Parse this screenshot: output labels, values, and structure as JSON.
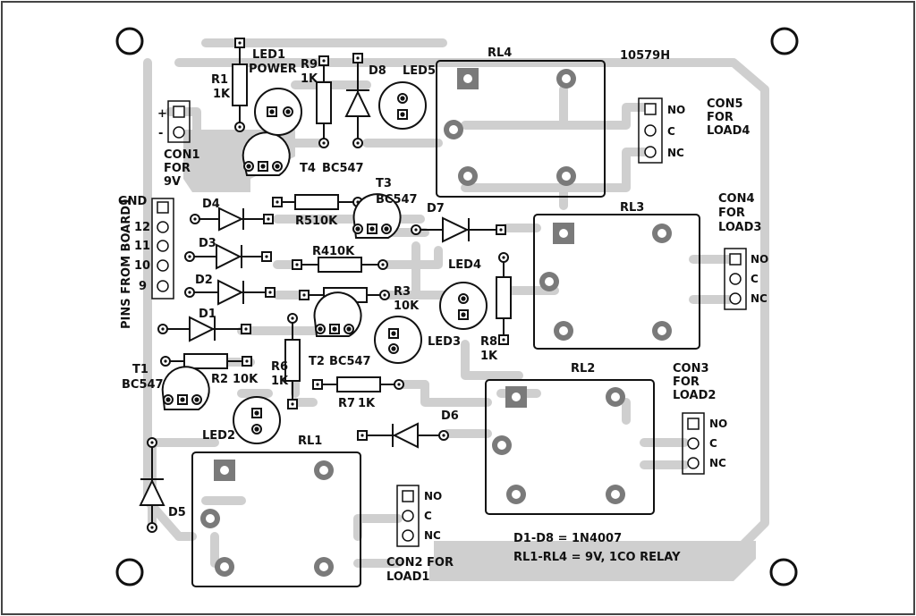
{
  "board_code": "10579H",
  "notes": {
    "diodes": "D1-D8 = 1N4007",
    "relays": "RL1-RL4 = 9V, 1CO RELAY"
  },
  "connectors": {
    "con1": {
      "plus": "+",
      "minus": "-",
      "l1": "CON1",
      "l2": "FOR",
      "l3": "9V"
    },
    "con2": {
      "l1": "CON2 FOR",
      "l2": "LOAD1",
      "no": "NO",
      "c": "C",
      "nc": "NC"
    },
    "con3": {
      "l1": "CON3",
      "l2": "FOR",
      "l3": "LOAD2",
      "no": "NO",
      "c": "C",
      "nc": "NC"
    },
    "con4": {
      "l1": "CON4",
      "l2": "FOR",
      "l3": "LOAD3",
      "no": "NO",
      "c": "C",
      "nc": "NC"
    },
    "con5": {
      "l1": "CON5",
      "l2": "FOR",
      "l3": "LOAD4",
      "no": "NO",
      "c": "C",
      "nc": "NC"
    },
    "board1": {
      "title": "PINS FROM BOARD1",
      "gnd": "GND",
      "p12": "12",
      "p11": "11",
      "p10": "10",
      "p9": "9"
    }
  },
  "relays": {
    "rl1": "RL1",
    "rl2": "RL2",
    "rl3": "RL3",
    "rl4": "RL4"
  },
  "resistors": {
    "r1": {
      "name": "R1",
      "value": "1K"
    },
    "r2": {
      "name": "R2",
      "value": "10K"
    },
    "r3": {
      "name": "R3",
      "value": "10K"
    },
    "r4": {
      "name": "R4",
      "value": "10K"
    },
    "r5": {
      "name": "R5",
      "value": "10K"
    },
    "r6": {
      "name": "R6",
      "value": "1K"
    },
    "r7": {
      "name": "R7",
      "value": "1K"
    },
    "r8": {
      "name": "R8",
      "value": "1K"
    },
    "r9": {
      "name": "R9",
      "value": "1K"
    }
  },
  "transistors": {
    "t1": {
      "name": "T1",
      "type": "BC547"
    },
    "t2": {
      "name": "T2",
      "type": "BC547"
    },
    "t3": {
      "name": "T3",
      "type": "BC547"
    },
    "t4": {
      "name": "T4",
      "type": "BC547"
    }
  },
  "diodes": {
    "d1": "D1",
    "d2": "D2",
    "d3": "D3",
    "d4": "D4",
    "d5": "D5",
    "d6": "D6",
    "d7": "D7",
    "d8": "D8"
  },
  "leds": {
    "led1": "LED1",
    "led1_sub": "POWER",
    "led2": "LED2",
    "led3": "LED3",
    "led4": "LED4",
    "led5": "LED5"
  }
}
